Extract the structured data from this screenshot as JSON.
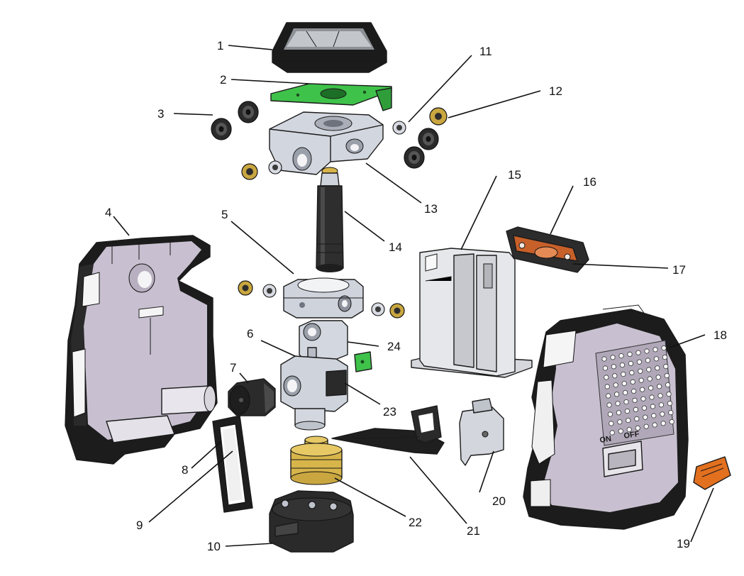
{
  "diagram": {
    "type": "exploded-assembly",
    "colors": {
      "background": "#ffffff",
      "housing_dark": "#1c1c1c",
      "housing_panel": "#c8c0d0",
      "metal": "#cfd3dc",
      "green_plate": "#3fc24a",
      "brass": "#d7b54a",
      "orange_cover": "#c8602a",
      "orange_latch": "#e2701f"
    },
    "callouts": [
      {
        "id": "c1",
        "label": "1"
      },
      {
        "id": "c2",
        "label": "2"
      },
      {
        "id": "c3",
        "label": "3"
      },
      {
        "id": "c4",
        "label": "4"
      },
      {
        "id": "c5",
        "label": "5"
      },
      {
        "id": "c6",
        "label": "6"
      },
      {
        "id": "c7",
        "label": "7"
      },
      {
        "id": "c8",
        "label": "8"
      },
      {
        "id": "c9",
        "label": "9"
      },
      {
        "id": "c10",
        "label": "10"
      },
      {
        "id": "c11",
        "label": "11"
      },
      {
        "id": "c12",
        "label": "12"
      },
      {
        "id": "c13",
        "label": "13"
      },
      {
        "id": "c14",
        "label": "14"
      },
      {
        "id": "c15",
        "label": "15"
      },
      {
        "id": "c16",
        "label": "16"
      },
      {
        "id": "c17",
        "label": "17"
      },
      {
        "id": "c18",
        "label": "18"
      },
      {
        "id": "c19",
        "label": "19"
      },
      {
        "id": "c20",
        "label": "20"
      },
      {
        "id": "c21",
        "label": "21"
      },
      {
        "id": "c22",
        "label": "22"
      },
      {
        "id": "c23",
        "label": "23"
      },
      {
        "id": "c24",
        "label": "24"
      }
    ],
    "switch_labels": {
      "on": "ON",
      "off": "OFF"
    }
  }
}
